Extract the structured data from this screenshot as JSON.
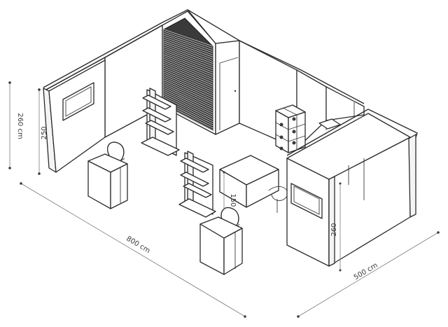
{
  "dimensions": {
    "wall_height_outer": "260 cm",
    "wall_height_inner": "250",
    "length": "800 cm",
    "depth": "500 cm",
    "counter_height": "150",
    "storage_height": "260"
  },
  "colors": {
    "line": "#2b2b2b",
    "dimension_line": "#7a7a7a",
    "background": "#ffffff"
  }
}
